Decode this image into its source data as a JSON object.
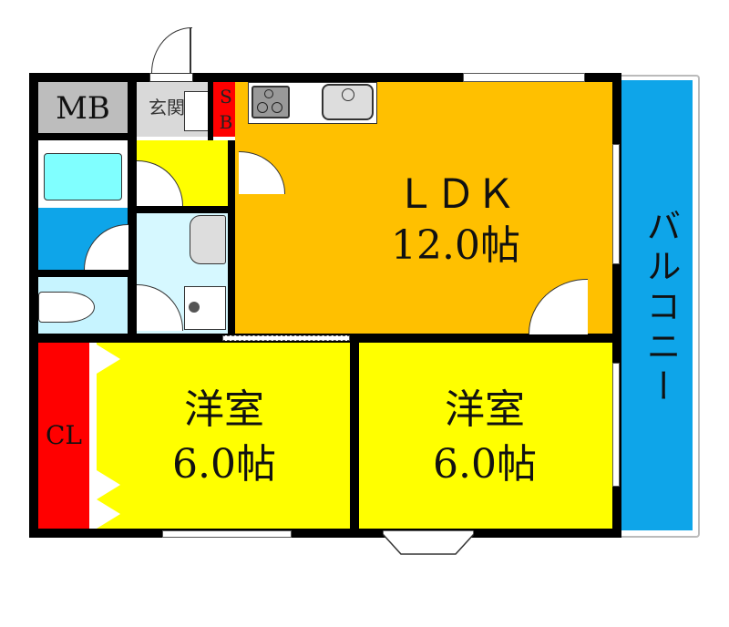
{
  "floorplan": {
    "rooms": {
      "mb": {
        "label": "MB",
        "color": "#bdbdbd"
      },
      "entrance": {
        "label": "玄関",
        "color": "#d9d9d9"
      },
      "shoebox": {
        "label_top": "S",
        "label_bottom": "B",
        "color": "#ff0000"
      },
      "ldk": {
        "label": "ＬＤＫ",
        "size": "12.0帖",
        "color": "#ffc000"
      },
      "bath": {
        "label": "",
        "color": "#0ea5e9"
      },
      "toilet": {
        "label": "",
        "color": "#c7f4ff"
      },
      "washroom": {
        "label": "",
        "color": "#d6f8ff"
      },
      "hall": {
        "label": "",
        "color": "#ffff00"
      },
      "bedroom_west": {
        "label": "洋室",
        "size": "6.0帖",
        "color": "#ffff00"
      },
      "bedroom_east": {
        "label": "洋室",
        "size": "6.0帖",
        "color": "#ffff00"
      },
      "closet": {
        "label": "CL",
        "color": "#ff0000"
      },
      "balcony": {
        "label": "バルコニー",
        "color": "#0ea5e9"
      }
    },
    "wall_color": "#000000"
  }
}
